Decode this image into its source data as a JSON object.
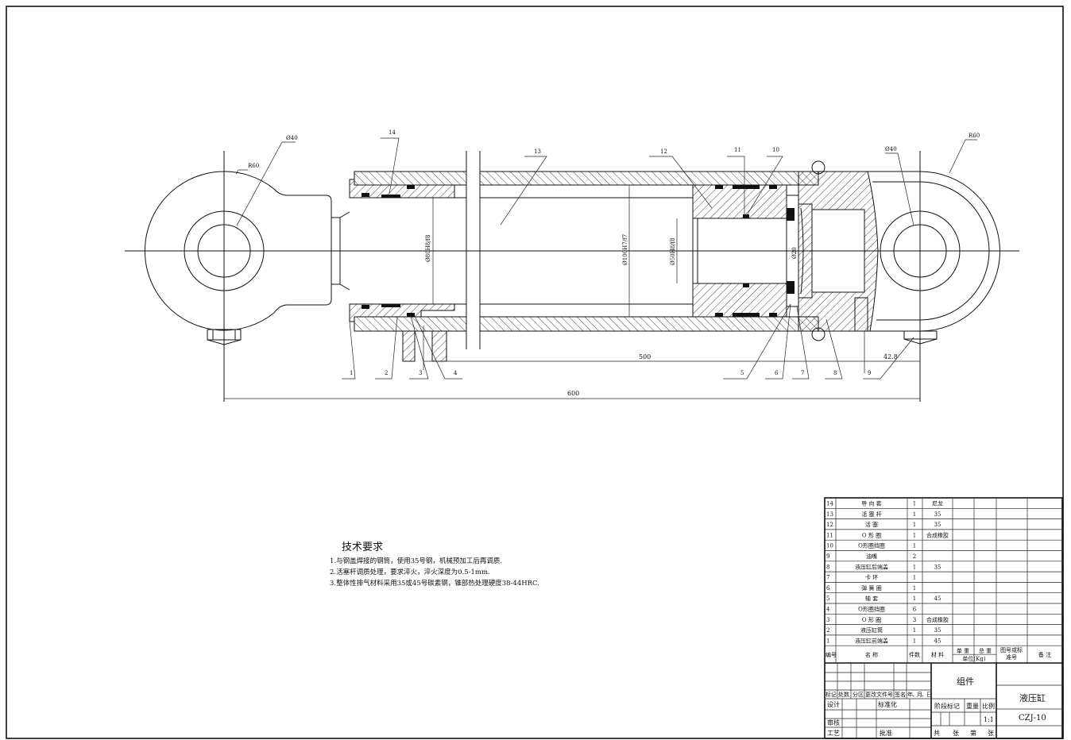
{
  "drawing": {
    "dimensions": {
      "overall_length": "600",
      "stroke": "500",
      "offset": "42.8",
      "left_eye_radius": "R60",
      "left_eye_bore": "Ø40",
      "right_eye_radius": "R60",
      "right_eye_bore": "Ø40",
      "rod_fit": "Ø80H8/f8",
      "bore_fit": "Ø100H7/f7",
      "piston_rod_fit": "Ø50H8/f8",
      "small_dia": "Ø20"
    },
    "balloons": [
      "1",
      "2",
      "3",
      "4",
      "5",
      "6",
      "7",
      "8",
      "9",
      "10",
      "11",
      "12",
      "13",
      "14"
    ]
  },
  "tech_requirements": {
    "title": "技术要求",
    "items": [
      "1.与钢盖焊接的钢筒，使用35号钢，机械预加工后再调质.",
      "2.活塞杆调质处理，要求淬火，淬火深度为0.5-1mm.",
      "3.整体性排气材料采用35或45号碳素钢，锥部热处理硬度38-44HRC."
    ]
  },
  "parts_list": {
    "rows": [
      {
        "no": "14",
        "name": "导 向 套",
        "qty": "1",
        "material": "尼龙"
      },
      {
        "no": "13",
        "name": "活 塞 杆",
        "qty": "1",
        "material": "35"
      },
      {
        "no": "12",
        "name": "活 塞",
        "qty": "1",
        "material": "35"
      },
      {
        "no": "11",
        "name": "O 形 圈",
        "qty": "1",
        "material": "合成橡胶"
      },
      {
        "no": "10",
        "name": "O形圈挡圈",
        "qty": "1",
        "material": ""
      },
      {
        "no": "9",
        "name": "油嘴",
        "qty": "2",
        "material": ""
      },
      {
        "no": "8",
        "name": "液压缸后端盖",
        "qty": "1",
        "material": "35"
      },
      {
        "no": "7",
        "name": "卡 环",
        "qty": "1",
        "material": ""
      },
      {
        "no": "6",
        "name": "弹 簧 圈",
        "qty": "1",
        "material": ""
      },
      {
        "no": "5",
        "name": "轴 套",
        "qty": "1",
        "material": "45"
      },
      {
        "no": "4",
        "name": "O形圈挡圈",
        "qty": "6",
        "material": ""
      },
      {
        "no": "3",
        "name": "O 形 圈",
        "qty": "3",
        "material": "合成橡胶"
      },
      {
        "no": "2",
        "name": "液压缸筒",
        "qty": "1",
        "material": "35"
      },
      {
        "no": "1",
        "name": "液压缸前端盖",
        "qty": "1",
        "material": "45"
      }
    ],
    "header": {
      "no": "编号",
      "name": "名 称",
      "qty": "件数",
      "material": "材 料",
      "unit_weight": "单 重",
      "total_weight": "总 重",
      "weight_unit": "单位(Kg)",
      "drawing_no": "图号或标",
      "drawing_no2": "准号",
      "remarks": "备 注"
    }
  },
  "title_block": {
    "mark": "标记",
    "count": "处数",
    "zone": "分区",
    "change_doc": "更改文件号",
    "signature": "签名",
    "date": "年、月、日",
    "design": "设计",
    "standardization": "标准化",
    "review": "审核",
    "process": "工艺",
    "approve": "批准",
    "assembly": "组件",
    "stage_mark": "阶段标记",
    "weight": "重量",
    "scale_label": "比例",
    "scale": "1:1",
    "total": "共",
    "sheets": "张",
    "sheet_no": "第",
    "sheets2": "张",
    "title": "液压缸",
    "drawing_number": "CZJ-10"
  }
}
